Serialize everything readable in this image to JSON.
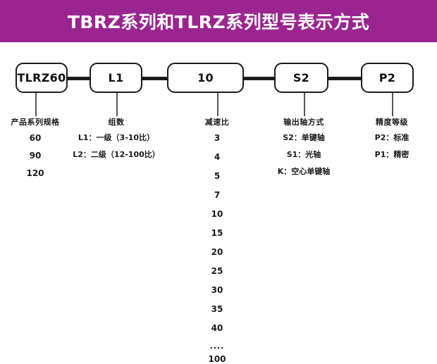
{
  "banner": {
    "title": "TBRZ系列和TLRZ系列型号表示方式",
    "bg_color": "#9B2590",
    "text_color": "#FFFFFF"
  },
  "diagram": {
    "type": "model-designation-breakdown",
    "boxes": [
      {
        "code": "TLRZ60"
      },
      {
        "code": "L1"
      },
      {
        "code": "10"
      },
      {
        "code": "S2"
      },
      {
        "code": "P2"
      }
    ],
    "columns": [
      {
        "header": "产品系列规格",
        "items": [
          "60",
          "90",
          "120"
        ],
        "item_style": "num"
      },
      {
        "header": "组数",
        "items": [
          "L1：一级（3-10比）",
          "L2：二级（12-100比）"
        ],
        "item_style": "text"
      },
      {
        "header": "减速比",
        "items": [
          "3",
          "4",
          "5",
          "7",
          "10",
          "15",
          "20",
          "25",
          "30",
          "35",
          "40",
          "....",
          "100"
        ],
        "item_style": "num"
      },
      {
        "header": "输出轴方式",
        "items": [
          "S2：单键轴",
          "S1：光轴",
          "K：空心单键轴"
        ],
        "item_style": "text"
      },
      {
        "header": "精度等级",
        "items": [
          "P2：标准",
          "P1：精密"
        ],
        "item_style": "text"
      }
    ]
  }
}
